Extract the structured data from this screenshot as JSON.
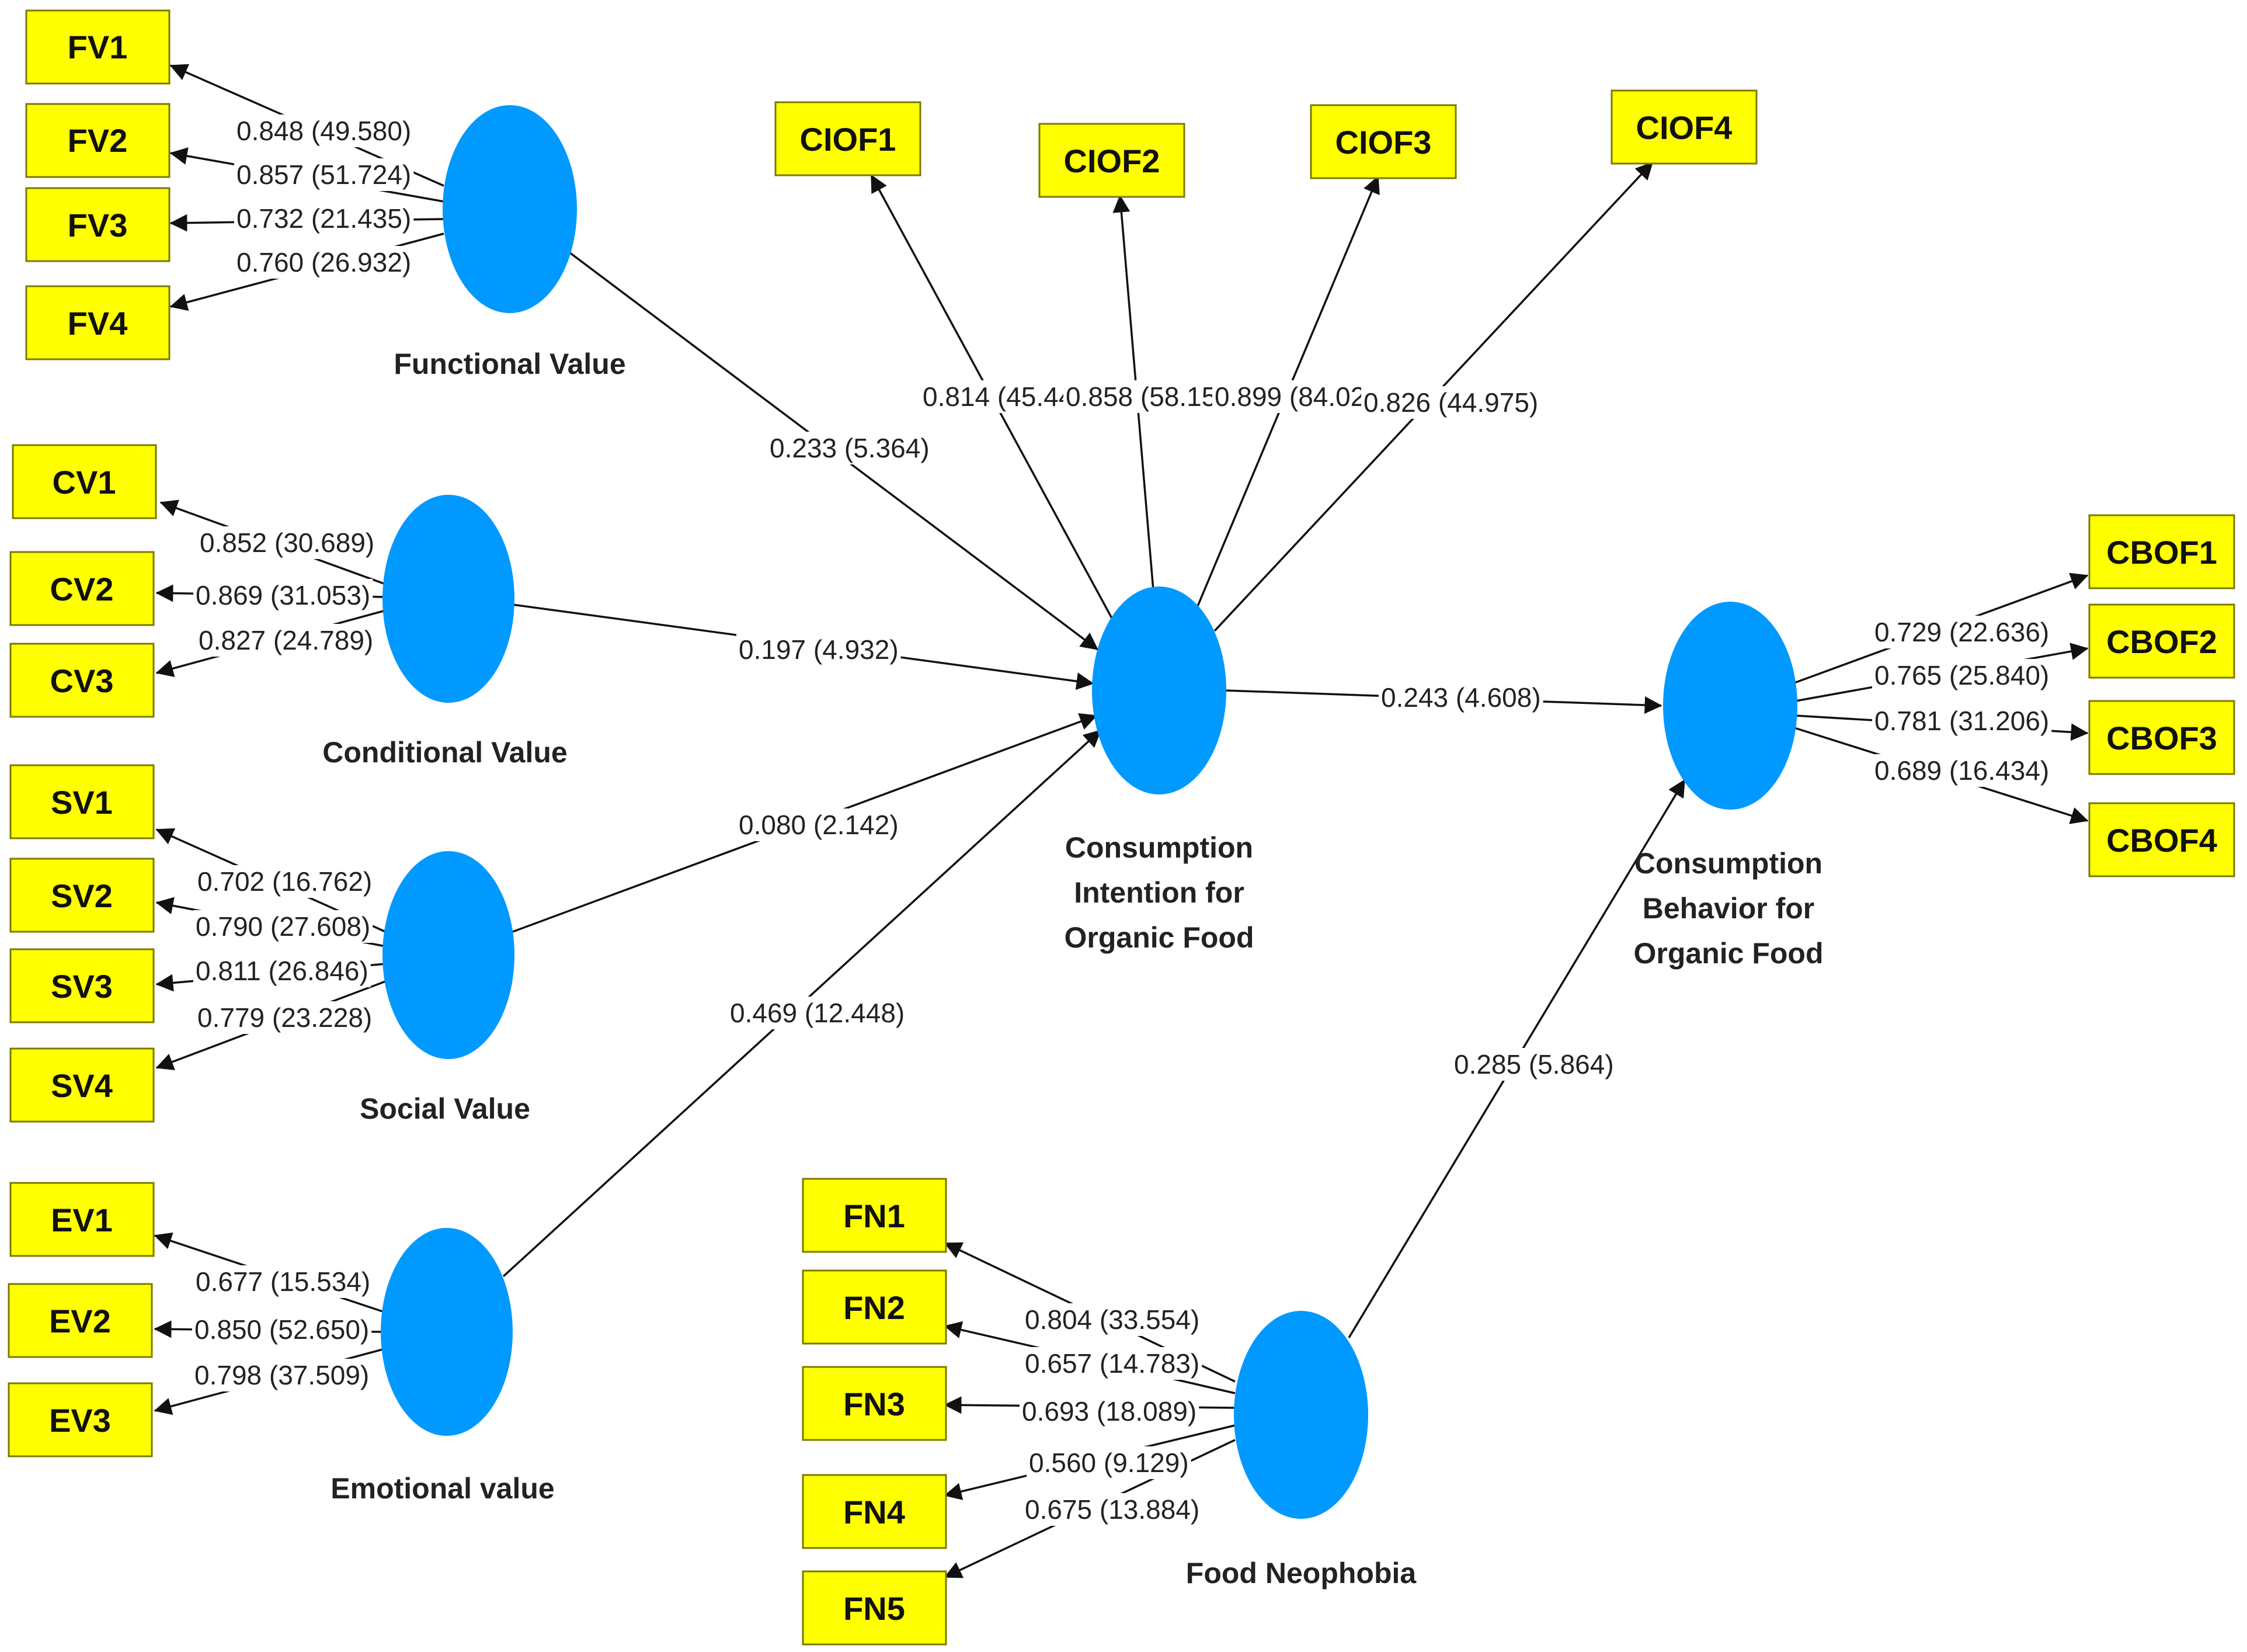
{
  "colors": {
    "construct_fill": "#0099ff",
    "indicator_fill": "#ffff00",
    "edge": "#111111"
  },
  "constructs": {
    "fv": "Functional Value",
    "cv": "Conditional Value",
    "sv": "Social Value",
    "ev": "Emotional value",
    "ci": [
      "Consumption",
      "Intention for",
      "Organic Food"
    ],
    "cb": [
      "Consumption",
      "Behavior for",
      "Organic Food"
    ],
    "fn": "Food Neophobia"
  },
  "indicators": {
    "fv": [
      "FV1",
      "FV2",
      "FV3",
      "FV4"
    ],
    "cv": [
      "CV1",
      "CV2",
      "CV3"
    ],
    "sv": [
      "SV1",
      "SV2",
      "SV3",
      "SV4"
    ],
    "ev": [
      "EV1",
      "EV2",
      "EV3"
    ],
    "ci": [
      "CIOF1",
      "CIOF2",
      "CIOF3",
      "CIOF4"
    ],
    "cb": [
      "CBOF1",
      "CBOF2",
      "CBOF3",
      "CBOF4"
    ],
    "fn": [
      "FN1",
      "FN2",
      "FN3",
      "FN4",
      "FN5"
    ]
  },
  "loadings": {
    "fv": [
      "0.848 (49.580)",
      "0.857 (51.724)",
      "0.732 (21.435)",
      "0.760 (26.932)"
    ],
    "cv": [
      "0.852 (30.689)",
      "0.869 (31.053)",
      "0.827 (24.789)"
    ],
    "sv": [
      "0.702 (16.762)",
      "0.790 (27.608)",
      "0.811 (26.846)",
      "0.779 (23.228)"
    ],
    "ev": [
      "0.677 (15.534)",
      "0.850 (52.650)",
      "0.798 (37.509)"
    ],
    "ci": [
      "0.814 (45.449)",
      "0.858 (58.158)",
      "0.899 (84.027)",
      "0.826 (44.975)"
    ],
    "cb": [
      "0.729 (22.636)",
      "0.765 (25.840)",
      "0.781 (31.206)",
      "0.689 (16.434)"
    ],
    "fn": [
      "0.804 (33.554)",
      "0.657 (14.783)",
      "0.693 (18.089)",
      "0.560 (9.129)",
      "0.675 (13.884)"
    ]
  },
  "paths": {
    "fv_ci": "0.233 (5.364)",
    "cv_ci": "0.197 (4.932)",
    "sv_ci": "0.080 (2.142)",
    "ev_ci": "0.469 (12.448)",
    "ci_cb": "0.243 (4.608)",
    "fn_cb": "0.285 (5.864)"
  }
}
